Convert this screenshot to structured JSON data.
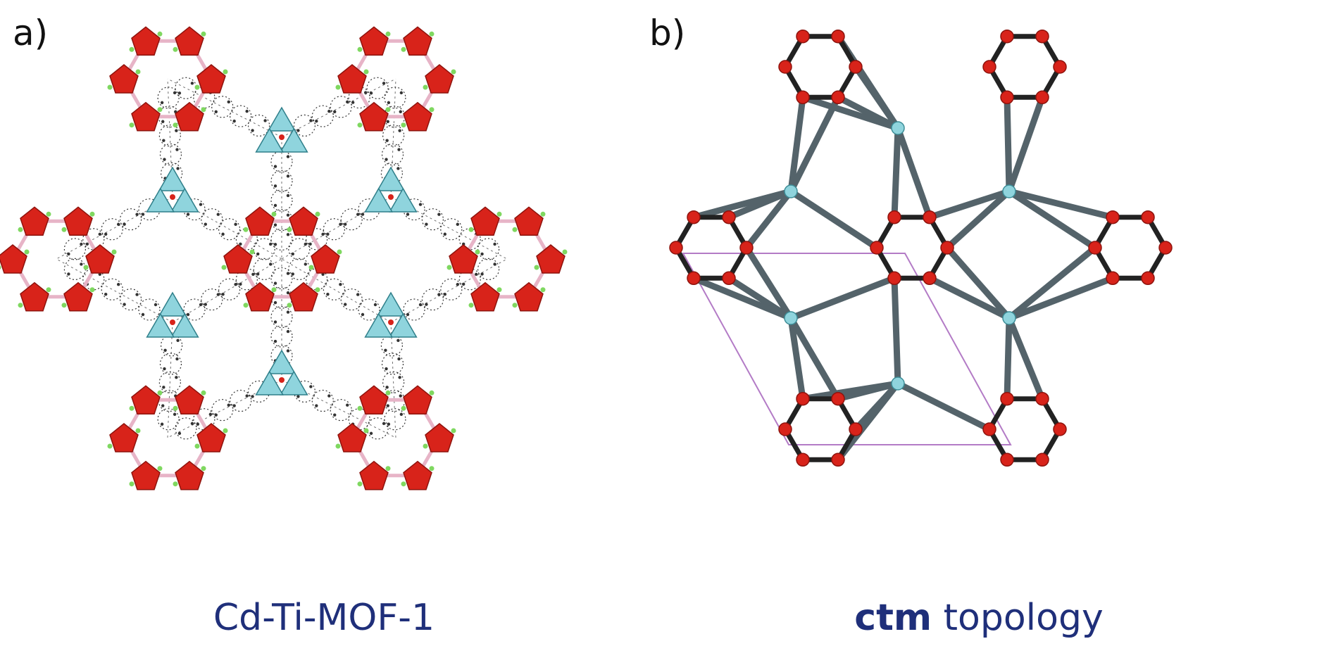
{
  "panels": [
    {
      "label": "a)",
      "caption": "Cd-Ti-MOF-1"
    },
    {
      "label": "b)",
      "caption_bold": "ctm",
      "caption_rest": " topology"
    }
  ],
  "colors": {
    "cd_node": "#d8231a",
    "ti_node": "#8fd4dd",
    "bond_dark": "#54636a",
    "linker": "#333333",
    "cell_edge": "#b37bc6",
    "caption": "#1f2f7a"
  },
  "icons": {
    "cd_cluster": "red-octahedron",
    "ti_cluster": "cyan-tetrahedron",
    "vertex": "sphere"
  }
}
